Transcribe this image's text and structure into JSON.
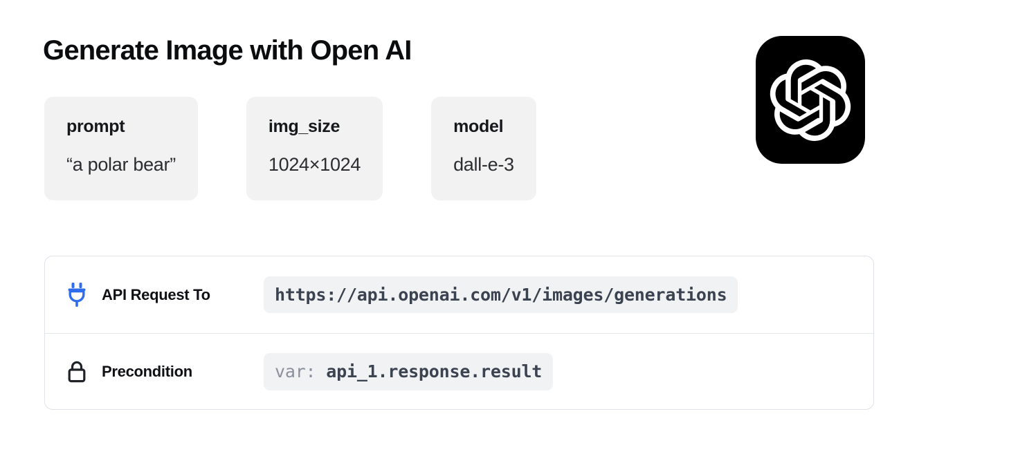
{
  "page": {
    "title": "Generate Image with Open AI",
    "background_color": "#ffffff"
  },
  "brand": {
    "logo_icon": "openai-logo-icon",
    "logo_background": "#000000",
    "logo_mark_color": "#ffffff"
  },
  "params": [
    {
      "key": "prompt",
      "value": "“a polar bear”"
    },
    {
      "key": "img_size",
      "value": "1024×1024"
    },
    {
      "key": "model",
      "value": "dall-e-3"
    }
  ],
  "details": {
    "rows": [
      {
        "icon": "plug-icon",
        "icon_color": "#2f6ded",
        "label": "API Request To",
        "value": "https://api.openai.com/v1/images/generations",
        "value_prefix": "",
        "pill_background": "#f1f2f4",
        "pill_text_color": "#3b4250"
      },
      {
        "icon": "lock-icon",
        "icon_color": "#1f2328",
        "label": "Precondition",
        "value": "api_1.response.result",
        "value_prefix": "var: ",
        "pill_background": "#f1f2f4",
        "pill_text_color": "#3b4250"
      }
    ]
  }
}
